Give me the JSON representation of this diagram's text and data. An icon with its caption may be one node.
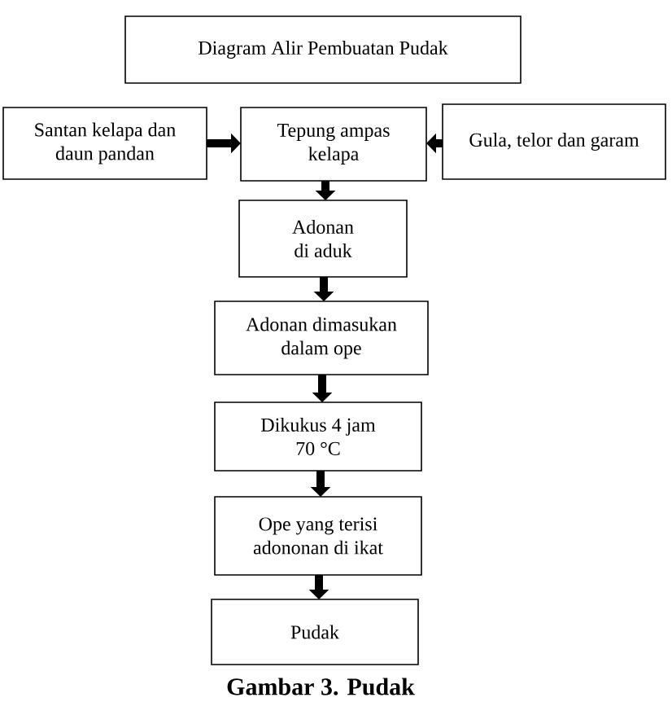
{
  "diagram": {
    "caption": "Gambar 3. Pudak",
    "nodes": [
      {
        "text": [
          "Diagram Alir Pembuatan Pudak"
        ]
      },
      {
        "text": [
          "Santan kelapa dan daun pandan"
        ]
      },
      {
        "text": [
          "Tepung ampas kelapa"
        ]
      },
      {
        "text": [
          "Gula, telor dan garam"
        ]
      },
      {
        "text": [
          "Adonan di aduk"
        ]
      },
      {
        "text": [
          "Adonan dimasukan dalam ope"
        ]
      },
      {
        "text": [
          "Dikukus 4 jam 70 °C"
        ]
      },
      {
        "text": [
          "Ope yang terisi adononan di ikat"
        ]
      },
      {
        "text": [
          "Pudak"
        ]
      }
    ],
    "edges": [
      {
        "from": 1,
        "to": 2,
        "arrow": "to"
      },
      {
        "from": 3,
        "to": 2,
        "arrow": "to"
      },
      {
        "from": 2,
        "to": 4,
        "arrow": "to"
      },
      {
        "from": 4,
        "to": 5,
        "arrow": "to"
      },
      {
        "from": 5,
        "to": 6,
        "arrow": "to"
      },
      {
        "from": 6,
        "to": 7,
        "arrow": "to"
      },
      {
        "from": 7,
        "to": 8,
        "arrow": "to"
      }
    ]
  }
}
